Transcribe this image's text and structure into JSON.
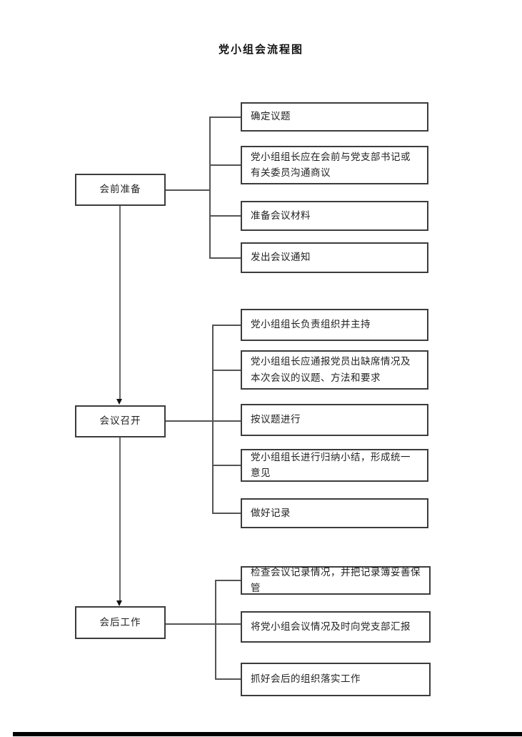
{
  "title": "党小组会流程图",
  "flow": {
    "groups": [
      {
        "stage": "会前准备",
        "steps": [
          "确定议题",
          "党小组组长应在会前与党支部书记或有关委员沟通商议",
          "准备会议材料",
          "发出会议通知"
        ]
      },
      {
        "stage": "会议召开",
        "steps": [
          "党小组组长负责组织并主持",
          "党小组组长应通报党员出缺席情况及本次会议的议题、方法和要求",
          "按议题进行",
          "党小组组长进行归纳小结，形成统一意见",
          "做好记录"
        ]
      },
      {
        "stage": "会后工作",
        "steps": [
          "检查会议记录情况，并把记录簿妥善保管",
          "将党小组会议情况及时向党支部汇报",
          "抓好会后的组织落实工作"
        ]
      }
    ]
  },
  "colors": {
    "background": "#ffffff",
    "box_border": "#3c3c3c",
    "connector_line": "#545454",
    "text": "#1f1f1f",
    "page_edge": "#000000"
  }
}
